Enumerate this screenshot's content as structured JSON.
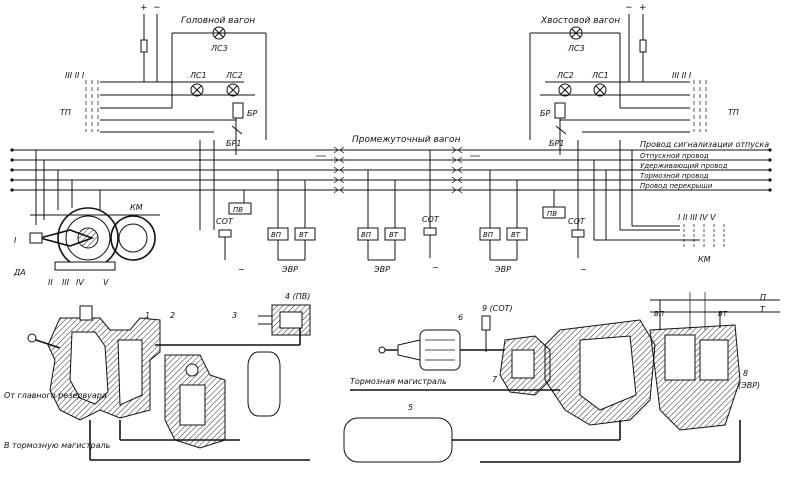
{
  "labels": {
    "head_car": "Головной вагон",
    "tail_car": "Хвостовой вагон",
    "mid_car": "Промежуточный вагон",
    "lamp_ls3": "ЛС3",
    "lamp_ls1": "ЛС1",
    "lamp_ls2": "ЛС2",
    "relay_br": "БР",
    "relay_br1": "БР1",
    "sot": "СОТ",
    "pv": "ПВ",
    "vp": "ВП",
    "vt": "ВТ",
    "evr": "ЭВР",
    "km": "КМ",
    "tp": "ТП",
    "da": "ДА",
    "roman_1": "I",
    "roman_2": "II",
    "roman_3": "III",
    "roman_4": "IV",
    "roman_5": "V",
    "roman_top": "III II I",
    "roman_bottom": "I II III IV V",
    "plus": "+",
    "minus": "−",
    "wire_alarm": "Провод сигнализации отпуска",
    "wire_release": "Отпускной провод",
    "wire_brake_holding": "Удерживающий провод",
    "wire_brake": "Тормозной провод",
    "wire_overlap": "Провод перекрыши",
    "n1": "1",
    "n2": "2",
    "n3": "3",
    "n4_pv": "4 (ПВ)",
    "n5": "5",
    "n6": "6",
    "n7": "7",
    "n8_evr": "8",
    "n8_evr_sub": "(ЭВР)",
    "n9_sot": "9 (СОТ)",
    "from_main": "От главного резервуара",
    "to_brake_main": "В тормозную магистраль",
    "brake_main": "Тормозная магистраль",
    "p_label": "П",
    "t_label": "Т"
  }
}
